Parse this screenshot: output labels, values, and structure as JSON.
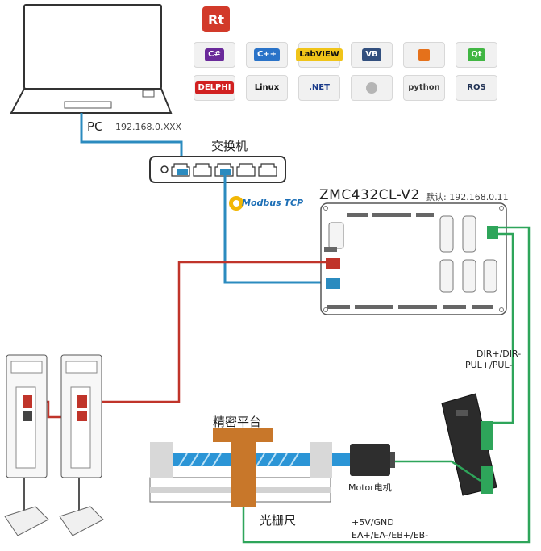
{
  "sdk": {
    "rt_logo": "Rt",
    "tiles": [
      {
        "name": "csharp-icon",
        "label": "C#",
        "fg": "#ffffff",
        "bg": "#6a2a9a"
      },
      {
        "name": "cplusplus-icon",
        "label": "C++",
        "fg": "#ffffff",
        "bg": "#2a73c8"
      },
      {
        "name": "labview-icon",
        "label": "LabVIEW",
        "fg": "#111111",
        "bg": "#f0c419"
      },
      {
        "name": "vb-icon",
        "label": "VB",
        "fg": "#ffffff",
        "bg": "#324f7e"
      },
      {
        "name": "matlab-icon",
        "label": "",
        "fg": "#ffffff",
        "bg": "#e5711b"
      },
      {
        "name": "qt-icon",
        "label": "Qt",
        "fg": "#ffffff",
        "bg": "#41b643"
      },
      {
        "name": "delphi-icon",
        "label": "DELPHI",
        "fg": "#ffffff",
        "bg": "#d12020"
      },
      {
        "name": "linux-icon",
        "label": "Linux",
        "fg": "#111111",
        "bg": "transparent"
      },
      {
        "name": "dotnet-icon",
        "label": ".NET",
        "fg": "#1a3a8a",
        "bg": "transparent"
      },
      {
        "name": "apple-icon",
        "label": "",
        "fg": "#9a9a9a",
        "bg": "transparent"
      },
      {
        "name": "python-icon",
        "label": "python",
        "fg": "#3a3a3a",
        "bg": "transparent"
      },
      {
        "name": "ros-icon",
        "label": "ROS",
        "fg": "#223355",
        "bg": "transparent"
      }
    ]
  },
  "pc": {
    "title": "PC",
    "ip": "192.168.0.XXX"
  },
  "switch": {
    "title": "交换机"
  },
  "protocol": {
    "label": "Modbus TCP"
  },
  "controller": {
    "title": "ZMC432CL-V2",
    "default_ip": "默认: 192.168.0.11"
  },
  "stepper": {
    "dir_label": "DIR+/DIR-",
    "pul_label": "PUL+/PUL-"
  },
  "stage": {
    "title": "精密平台",
    "motor_label": "Motor电机"
  },
  "grating": {
    "title": "光栅尺",
    "power_label": "+5V/GND",
    "encoder_label": "EA+/EA-/EB+/EB-"
  },
  "colors": {
    "ethernet": "#2b8bbf",
    "ethercat": "#c0342a",
    "pulse": "#2ea55a",
    "screw": "#2b95d6",
    "carriage": "#c8772a"
  }
}
